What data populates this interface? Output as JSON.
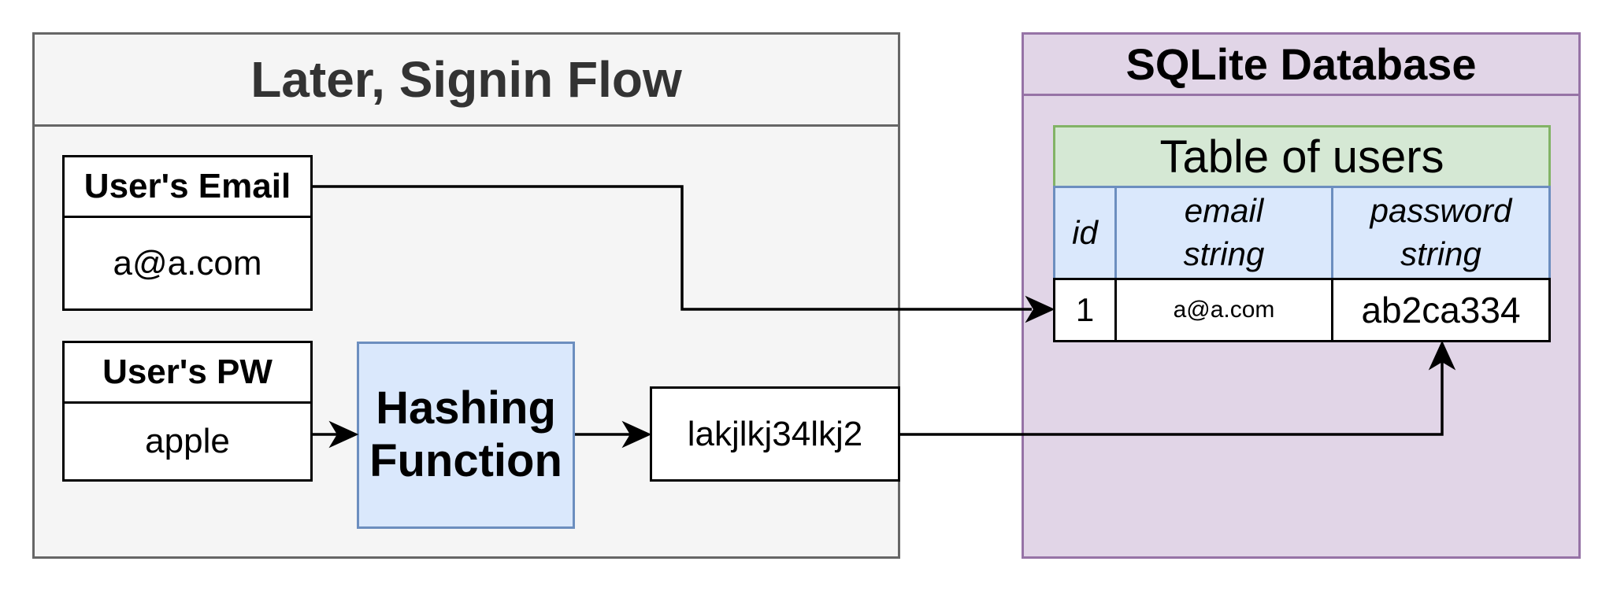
{
  "signin_flow": {
    "title": "Later, Signin Flow",
    "email_header": "User's Email",
    "email_value": "a@a.com",
    "pw_header": "User's PW",
    "pw_value": "apple",
    "hash_line1": "Hashing",
    "hash_line2": "Function",
    "hash_output": "lakjlkj34lkj2"
  },
  "database": {
    "title": "SQLite Database",
    "table": {
      "title": "Table of users",
      "columns": [
        {
          "name": "id",
          "type": ""
        },
        {
          "name": "email",
          "type": "string"
        },
        {
          "name": "password",
          "type": "string"
        }
      ],
      "rows": [
        {
          "id": "1",
          "email": "a@a.com",
          "password": "ab2ca334"
        }
      ]
    }
  },
  "colors": {
    "flow_panel_fill": "#f5f5f5",
    "flow_panel_stroke": "#666666",
    "db_panel_fill": "#e1d5e7",
    "db_panel_stroke": "#9673a6",
    "hash_fill": "#dae8fc",
    "hash_stroke": "#6c8ebf",
    "table_title_fill": "#d5e8d4",
    "table_title_stroke": "#82b366"
  }
}
